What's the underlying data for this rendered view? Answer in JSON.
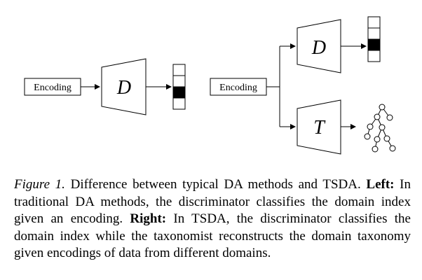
{
  "diagram": {
    "left": {
      "input_label": "Encoding",
      "module_label": "D",
      "output": {
        "cells": 4,
        "highlighted_index": 2
      }
    },
    "right": {
      "input_label": "Encoding",
      "discriminator_label": "D",
      "taxonomist_label": "T",
      "output": {
        "cells": 4,
        "highlighted_index": 2
      }
    }
  },
  "caption": {
    "figure_label": "Figure 1.",
    "intro": " Difference between typical DA methods and TSDA. ",
    "left_label": "Left:",
    "left_text": " In traditional DA methods, the discriminator classifies the domain index given an encoding. ",
    "right_label": "Right:",
    "right_text": " In TSDA, the discriminator classifies the domain index while the taxonomist reconstructs the domain taxonomy given encodings of data from different domains."
  }
}
